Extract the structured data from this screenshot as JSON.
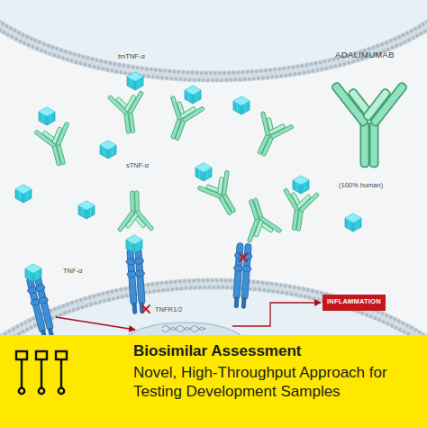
{
  "diagram": {
    "nodes": [
      {
        "text": [
          "INFLAMMATION"
        ]
      },
      {
        "text": [
          "Biosimilar Assessment",
          "Novel, High-Throughput Approach for Testing Development Samples"
        ]
      }
    ],
    "labels": [
      "tmTNF-α",
      "ADALIMUMAB",
      "(100% human)",
      "sTNF-α",
      "TNF-α",
      "TNFR1/2"
    ]
  }
}
